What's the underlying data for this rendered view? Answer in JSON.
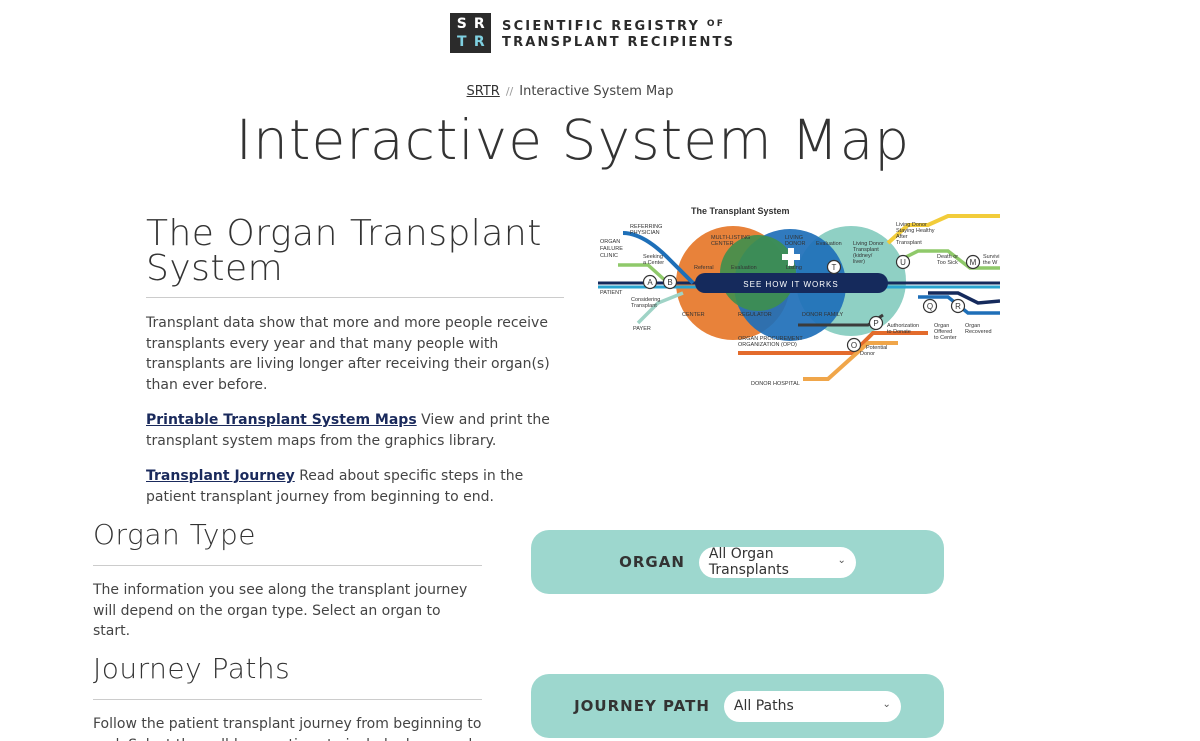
{
  "logo": {
    "box_letters": [
      "S",
      "R",
      "T",
      "R"
    ],
    "line1": "SCIENTIFIC REGISTRY",
    "line1_of": "OF",
    "line2": "TRANSPLANT RECIPIENTS"
  },
  "breadcrumb": {
    "home": "SRTR",
    "separator": "//",
    "current": "Interactive System Map"
  },
  "page_title": "Interactive System Map",
  "intro": {
    "heading": "The Organ Transplant System",
    "paragraph": "Transplant data show that more and more people receive transplants every year and that many people with transplants are living longer after receiving their organ(s) than ever before.",
    "link1_label": "Printable Transplant System Maps",
    "link1_text": " View and print the transplant system maps from the graphics library.",
    "link2_label": "Transplant Journey",
    "link2_text": " Read about specific steps in the patient transplant journey from beginning to end."
  },
  "map": {
    "title": "The Transplant System",
    "button": "SEE HOW IT WORKS",
    "labels": {
      "referring": "REFERRING",
      "physician": "PHYSICIAN",
      "organ_failure_1": "ORGAN",
      "organ_failure_2": "FAILURE",
      "organ_failure_3": "CLINIC",
      "patient": "PATIENT",
      "seeking_1": "Seeking",
      "seeking_2": "a Center",
      "considering_1": "Considering",
      "considering_2": "Transplant",
      "payer": "PAYER",
      "multi_1": "MULTI-LISTING",
      "multi_2": "CENTER",
      "referral": "Referral",
      "evaluation": "Evaluation",
      "center": "CENTER",
      "regulator": "REGULATOR",
      "living_1": "LIVING",
      "living_2": "DONOR",
      "listing": "Listing",
      "evaluation2": "Evaluation",
      "ld_transplant_1": "Living Donor",
      "ld_transplant_2": "Transplant",
      "ld_transplant_3": "(kidney/",
      "ld_transplant_4": "liver)",
      "donor_family": "DONOR FAMILY",
      "opo_1": "ORGAN PROCUREMENT",
      "opo_2": "ORGANIZATION (OPO)",
      "donor_hospital": "DONOR HOSPITAL",
      "staying_1": "Living Donor",
      "staying_2": "Staying Healthy",
      "staying_3": "After",
      "staying_4": "Transplant",
      "death_1": "Death or",
      "death_2": "Too Sick",
      "surviving_1": "Survivi",
      "surviving_2": "the W",
      "authorization_1": "Authorization",
      "authorization_2": "to Donate",
      "offered_1": "Organ",
      "offered_2": "Offered",
      "offered_3": "to Center",
      "recovered_1": "Organ",
      "recovered_2": "Recovered",
      "potential_1": "Potential",
      "potential_2": "Donor",
      "stop_a": "A",
      "stop_b": "B",
      "stop_t": "T",
      "stop_u": "U",
      "stop_m": "M",
      "stop_q": "Q",
      "stop_r": "R",
      "stop_p": "P",
      "stop_o": "O"
    }
  },
  "organ_section": {
    "heading": "Organ Type",
    "text": "The information you see along the transplant journey will depend on the organ type. Select an organ to start.",
    "selector_label": "ORGAN",
    "selector_value": "All Organ Transplants"
  },
  "journey_section": {
    "heading": "Journey Paths",
    "text": "Follow the patient transplant journey from beginning to end. Select the pulldown options to include donor and",
    "selector_label": "JOURNEY PATH",
    "selector_value": "All Paths"
  },
  "colors": {
    "card_teal": "#9dd7ce",
    "link_navy": "#1a2a5c",
    "map_orange": "#e8823a",
    "map_green": "#3e8f4e",
    "map_blue": "#1e6fb8",
    "map_teal": "#8fd0c4",
    "map_navy": "#152a5c"
  }
}
